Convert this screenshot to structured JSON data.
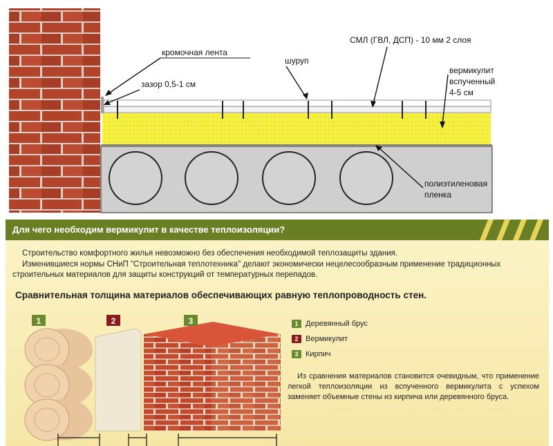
{
  "diagram": {
    "labels": {
      "edge_tape": "кромочная лента",
      "gap": "зазор 0,5-1 см",
      "screw": "шуруп",
      "sheet": "СМЛ (ГВЛ, ДСП) - 10 мм 2 слоя",
      "vermiculite_1": "вермикулит",
      "vermiculite_2": "вспученный",
      "vermiculite_3": "4-5 см",
      "film_1": "полиэтиленовая",
      "film_2": "пленка"
    },
    "colors": {
      "brick": "#b2442c",
      "vermiculite": "#f4ee3c",
      "slab": "#cfcfcf",
      "banner": "#6a7f24"
    }
  },
  "info": {
    "banner_title": "Для чего необходим вермикулит в качестве теплоизоляции?",
    "para1": "Строительство комфортного жилья невозможно без обеспечения необходимой теплозащиты здания.",
    "para2": "Изменившиеся нормы СНиП \"Строительная теплотехника\" делают экономически нецелесообразным применение традиционных",
    "para3": "строительных материалов для защиты конструкций от температурных перепадов.",
    "comparison_title": "Сравнительная толщина материалов обеспечивающих равную теплопроводность стен.",
    "legend": [
      {
        "num": "1",
        "label": "Деревянный брус",
        "color": "#6a8a2e"
      },
      {
        "num": "2",
        "label": "Вермикулит",
        "color": "#8b1a1a"
      },
      {
        "num": "3",
        "label": "Кирпич",
        "color": "#6a8a2e"
      }
    ],
    "conclusion": "Из сравнения материалов становится очевидным, что применение легкой теплоизоляции из вспученного вермикулита с успехом заменяет объемные стены из кирпича или деревянного бруса."
  }
}
